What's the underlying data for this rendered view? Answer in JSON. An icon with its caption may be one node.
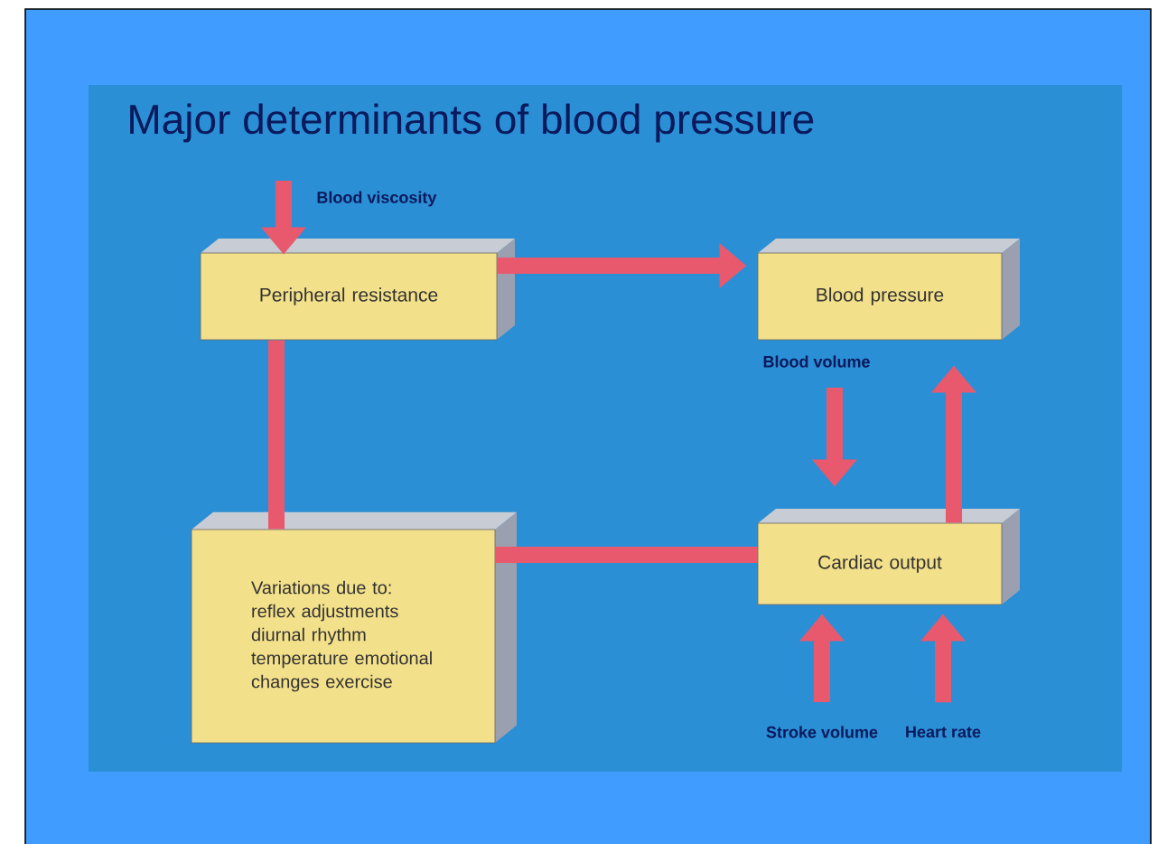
{
  "diagram": {
    "title": "Major determinants of blood pressure",
    "nodes": [
      {
        "text": [
          "Peripheral resistance"
        ]
      },
      {
        "text": [
          "Blood pressure"
        ]
      },
      {
        "text": [
          "Variations due to: reflex adjustments diurnal rhythm temperature emotional changes exercise"
        ]
      },
      {
        "text": [
          "Cardiac output"
        ]
      },
      {
        "text": [
          "Blood viscosity"
        ]
      },
      {
        "text": [
          "Blood volume"
        ]
      },
      {
        "text": [
          "Stroke volume"
        ]
      },
      {
        "text": [
          "Heart rate"
        ]
      }
    ],
    "edges": [
      {
        "from": 0,
        "to": 1,
        "arrow": "to"
      },
      {
        "from": 3,
        "to": 1,
        "arrow": "to"
      },
      {
        "from": 0,
        "to": 2,
        "arrow": "none"
      },
      {
        "from": 2,
        "to": 3,
        "arrow": "none"
      },
      {
        "from": 4,
        "to": 0,
        "arrow": "to"
      },
      {
        "from": 5,
        "to": 3,
        "arrow": "to"
      },
      {
        "from": 6,
        "to": 3,
        "arrow": "to"
      },
      {
        "from": 7,
        "to": 3,
        "arrow": "to"
      }
    ]
  }
}
